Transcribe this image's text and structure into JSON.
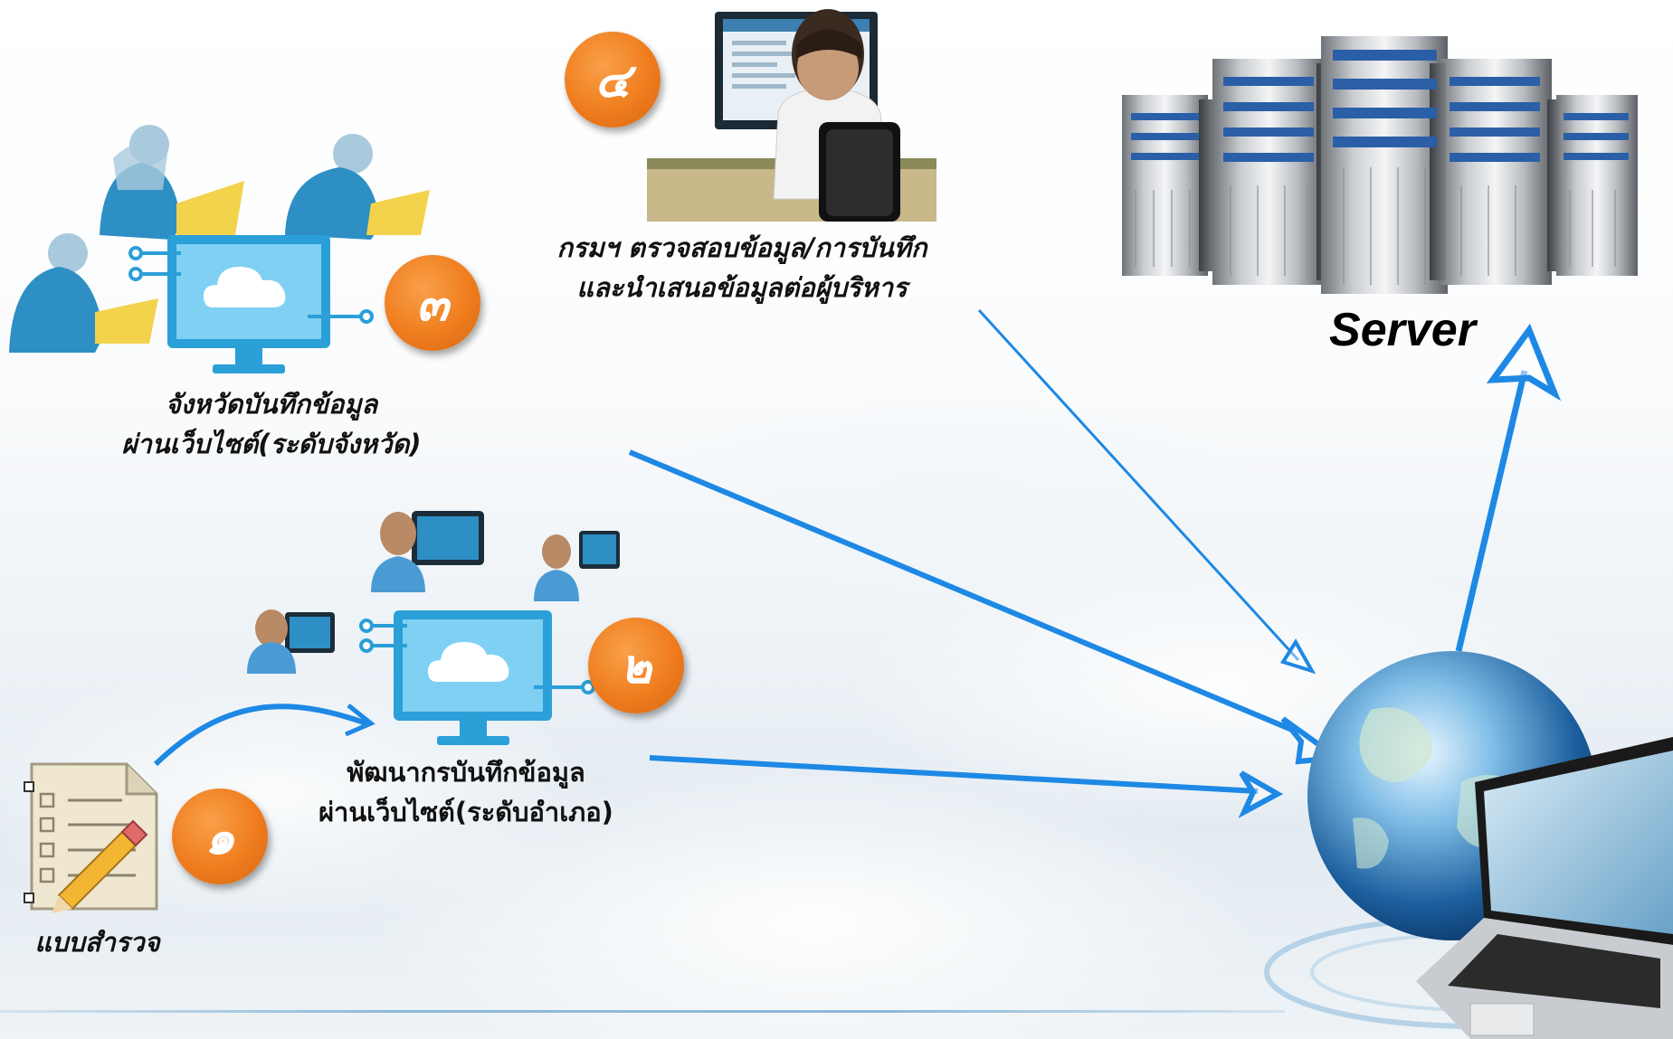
{
  "server": {
    "title": "Server"
  },
  "steps": [
    {
      "number": "๑",
      "label_lines": [
        "แบบสำรวจ"
      ]
    },
    {
      "number": "๒",
      "label_lines": [
        "พัฒนากรบันทึกข้อมูล",
        "ผ่านเว็บไซต์(ระดับอำเภอ)"
      ]
    },
    {
      "number": "๓",
      "label_lines": [
        "จังหวัดบันทึกข้อมูล",
        "ผ่านเว็บไซต์(ระดับจังหวัด)"
      ]
    },
    {
      "number": "๔",
      "label_lines": [
        "กรมฯ ตรวจสอบข้อมูล/การบันทึก",
        "และนำเสนอข้อมูลต่อผู้บริหาร"
      ]
    }
  ],
  "colors": {
    "arrow": "#1e88e5",
    "badge": "#ef7d1e",
    "monitor": "#2a9fd8"
  },
  "icons": [
    "survey-form-icon",
    "user-at-computer-icon",
    "cloud-monitor-icon",
    "business-people-icon",
    "staff-at-desk-icon",
    "server-rack-icon",
    "globe-laptop-icon"
  ]
}
